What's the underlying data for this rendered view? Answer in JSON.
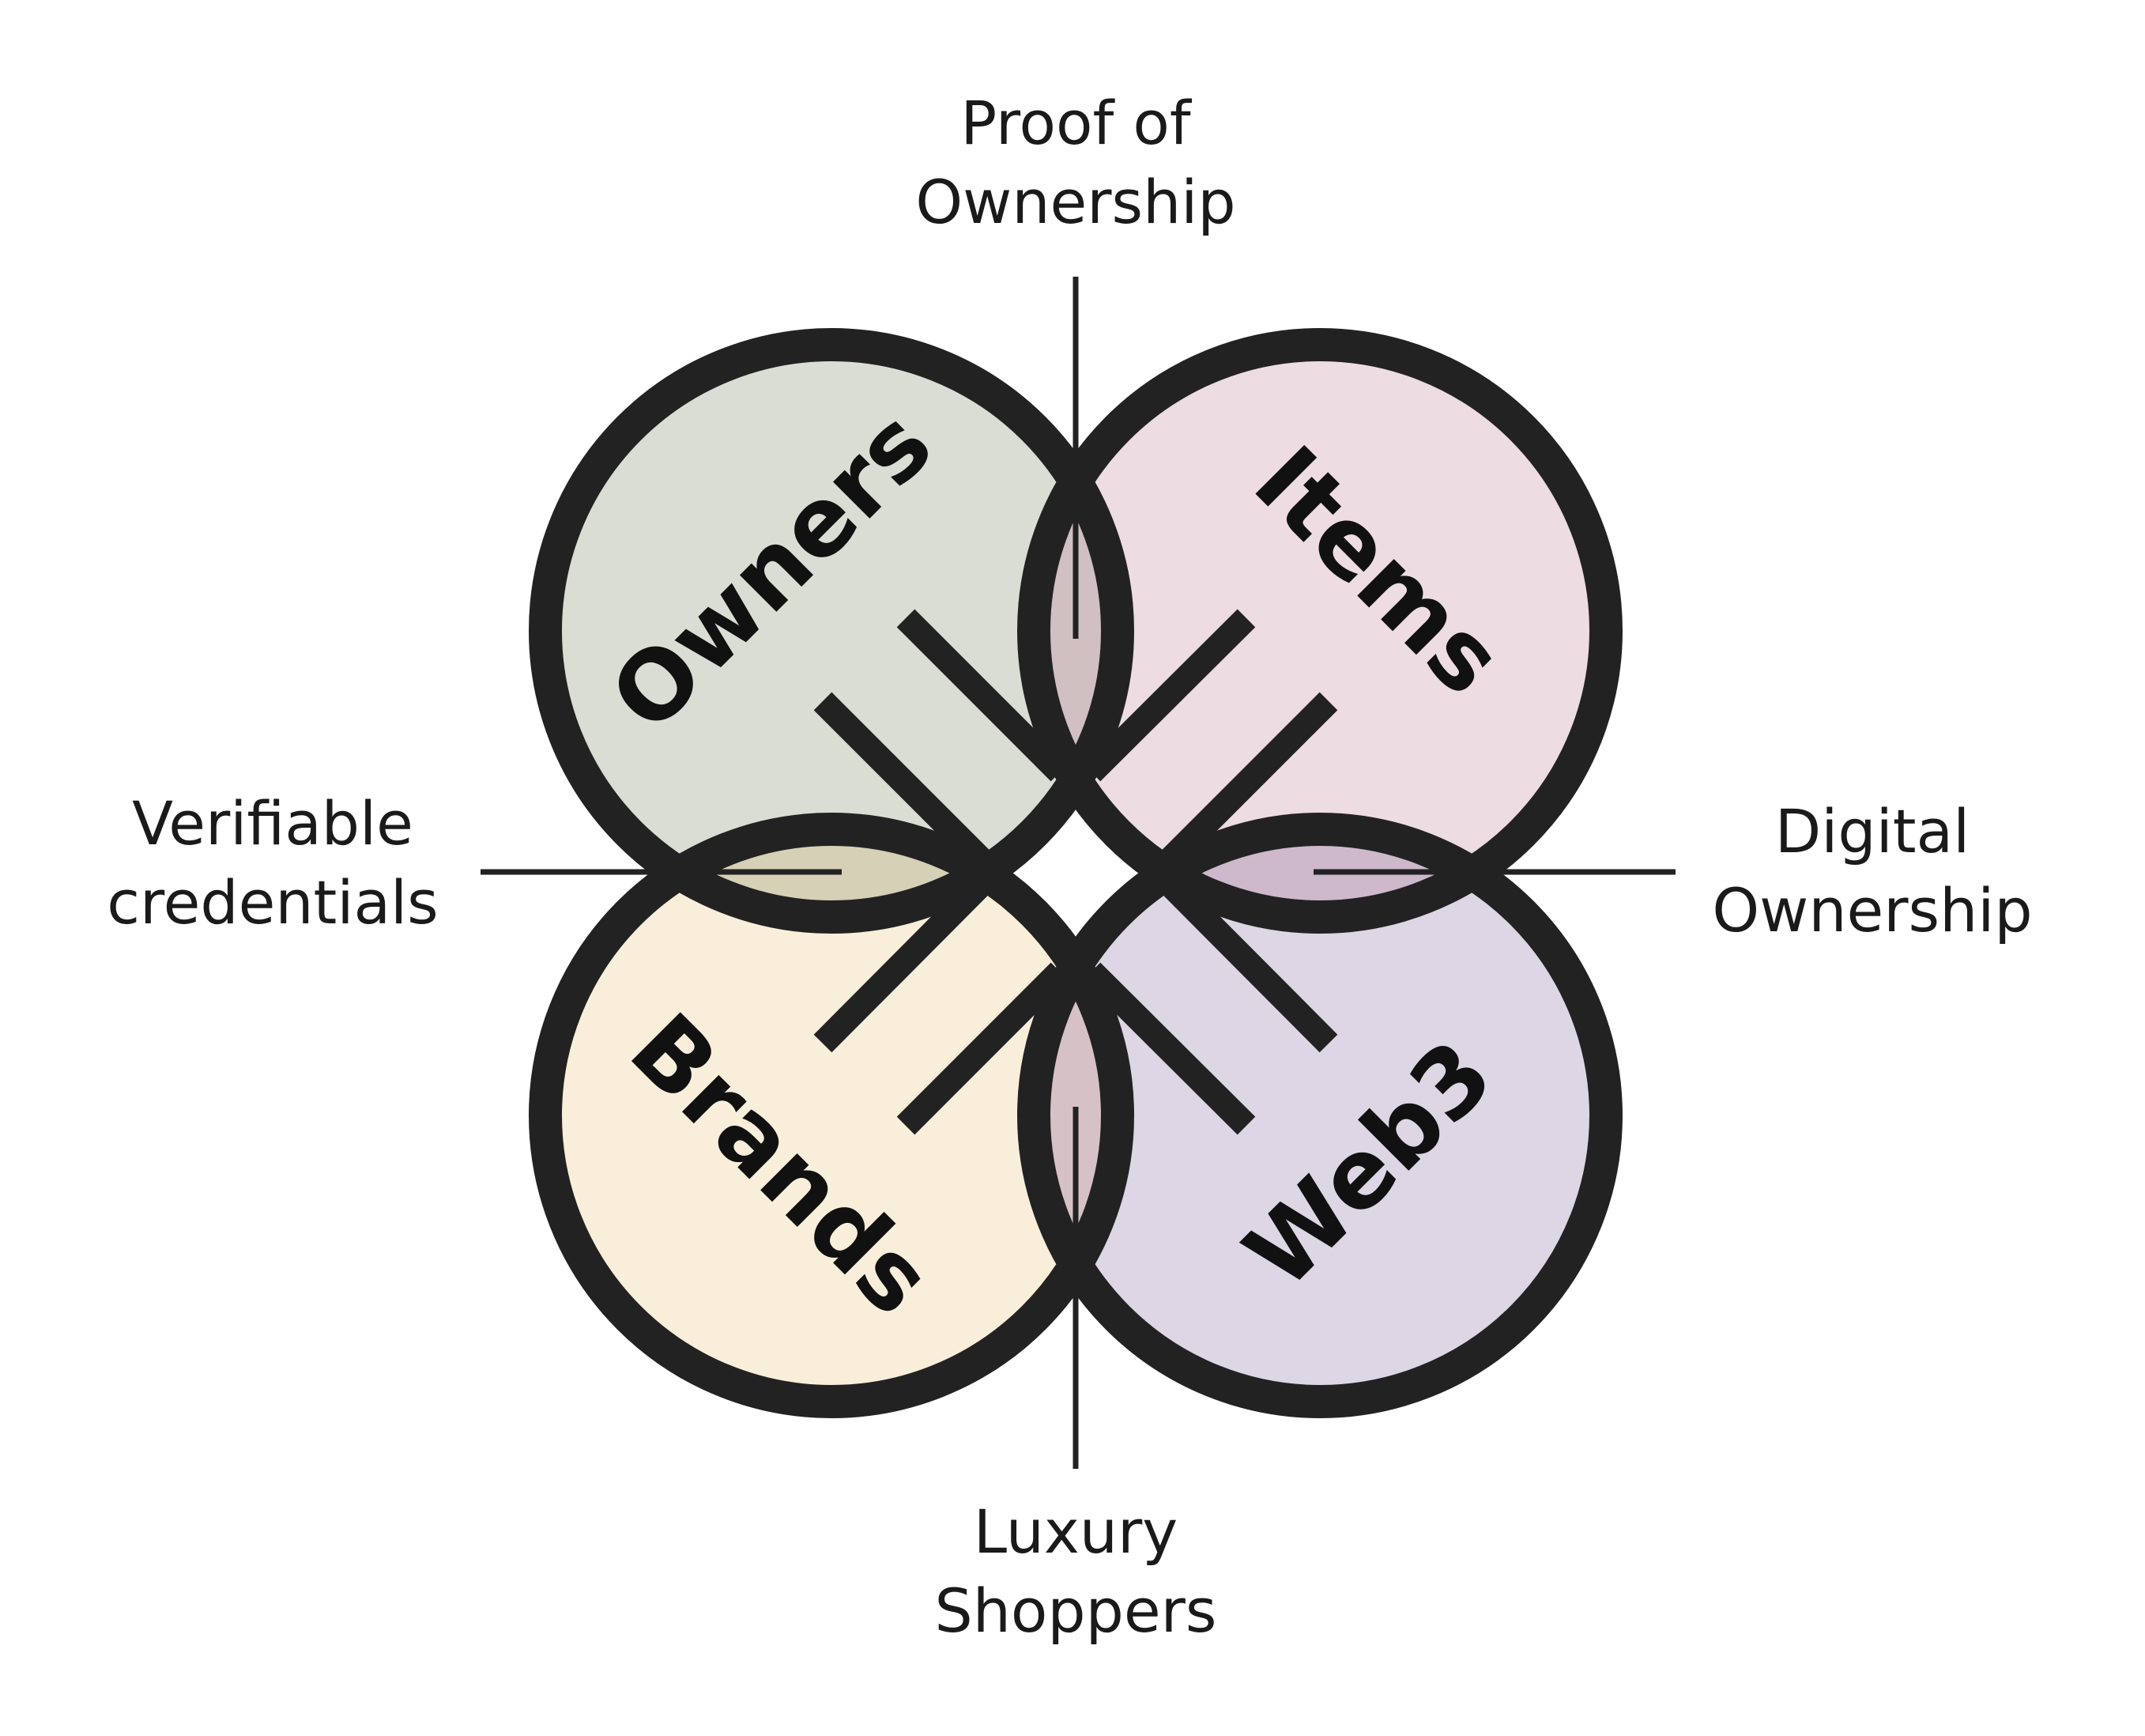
{
  "colors": {
    "stroke": "#222222",
    "owners_fill": "#D9DDD3",
    "items_fill": "#EDDCE2",
    "brands_fill": "#F8EEDA",
    "web3_fill": "#DDD6E4",
    "lens_top": "#D0C0C2",
    "lens_left": "#D5D0B6",
    "lens_right": "#CDB8CC",
    "lens_bottom": "#D6C2C6",
    "center": "#FFFFFF"
  },
  "circles": {
    "owners": "Owners",
    "items": "Items",
    "brands": "Brands",
    "web3": "Web3"
  },
  "labels": {
    "top_line1": "Proof of",
    "top_line2": "Ownership",
    "left_line1": "Verifiable",
    "left_line2": "credentials",
    "right_line1": "Digital",
    "right_line2": "Ownership",
    "bottom_line1": "Luxury",
    "bottom_line2": "Shoppers"
  }
}
